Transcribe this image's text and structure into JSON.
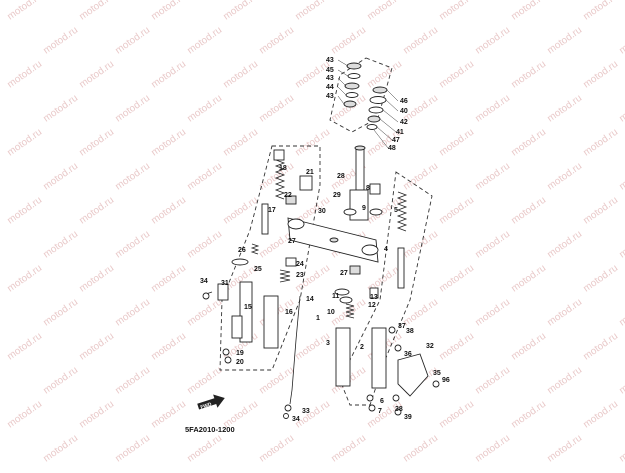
{
  "watermark": "motod.ru",
  "diagram_code": "5FA2010-1200",
  "badge_label": "FWD",
  "callouts": {
    "n43a": "43",
    "n45": "45",
    "n43b": "43",
    "n44": "44",
    "n43c": "43",
    "n46": "46",
    "n40": "40",
    "n42": "42",
    "n41": "41",
    "n47": "47",
    "n48": "48",
    "n28": "28",
    "n29": "29",
    "n30": "30",
    "n8r": "8",
    "n9r": "9",
    "n5": "5",
    "n4": "4",
    "n18": "18",
    "n21": "21",
    "n22": "22",
    "n17": "17",
    "n27a": "27",
    "n26": "26",
    "n25": "25",
    "n24": "24",
    "n23": "23",
    "n34a": "34",
    "n31": "31",
    "n15": "15",
    "n14": "14",
    "n16": "16",
    "n19": "19",
    "n20": "20",
    "n27b": "27",
    "n11": "11",
    "n12": "12",
    "n13": "13",
    "n1": "1",
    "n10": "10",
    "n3": "3",
    "n2": "2",
    "n37": "37",
    "n38a": "38",
    "n36": "36",
    "n32": "32",
    "n35": "35",
    "n96": "96",
    "n6": "6",
    "n7": "7",
    "n38b": "38",
    "n39": "39",
    "n33": "33",
    "n34b": "34"
  }
}
